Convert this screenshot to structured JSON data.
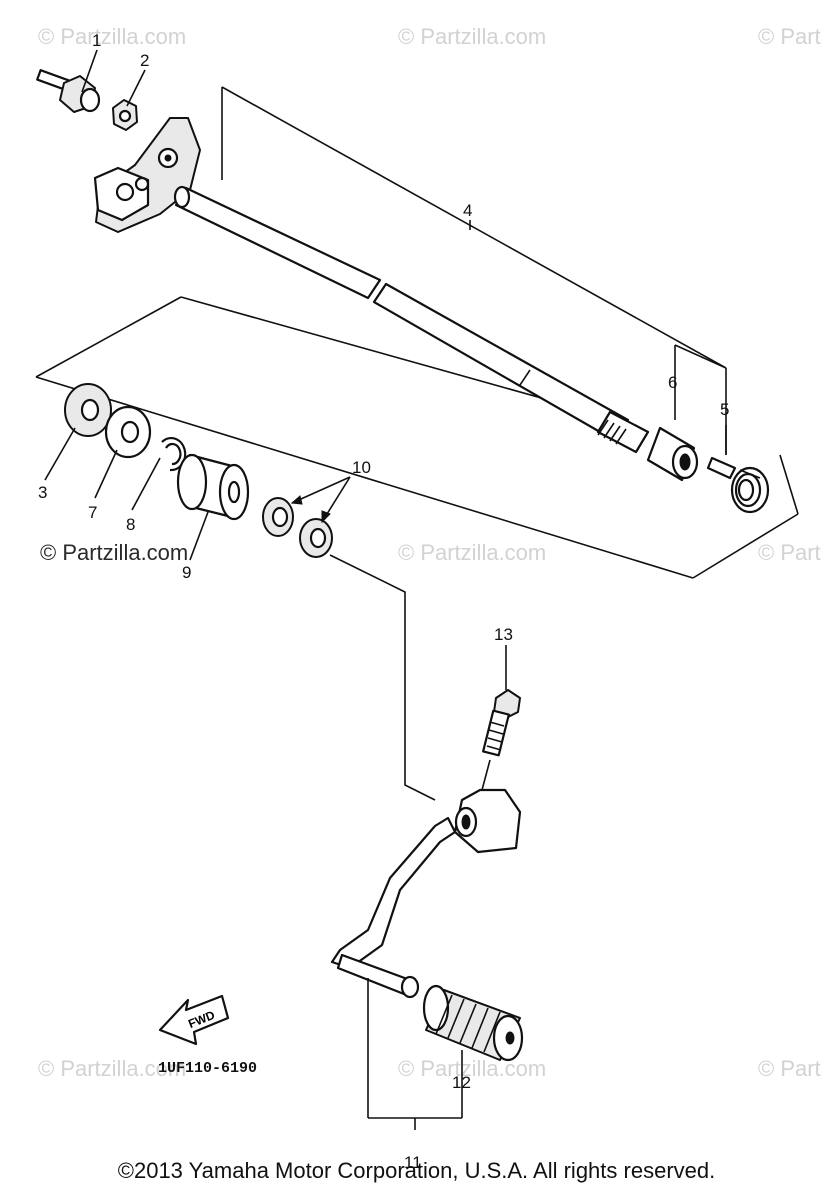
{
  "watermarks": {
    "w1": "© Partzilla.com",
    "w2": "© Partzilla.com",
    "w3": "© Part",
    "w4": "© Partzilla.com",
    "w5": "© Partzilla.com",
    "w6": "© Part",
    "w7": "© Partzilla.com",
    "w8": "© Partzilla.com",
    "w9": "© Part"
  },
  "callouts": {
    "c1": "1",
    "c2": "2",
    "c3": "3",
    "c4": "4",
    "c5": "5",
    "c6": "6",
    "c7": "7",
    "c8": "8",
    "c9": "9",
    "c10": "10",
    "c11": "11",
    "c12": "12",
    "c13": "13"
  },
  "fwd_label": "FWD",
  "diagram_code": "1UF110-6190",
  "copyright": "©2013  Yamaha Motor Corporation, U.S.A. All rights reserved."
}
